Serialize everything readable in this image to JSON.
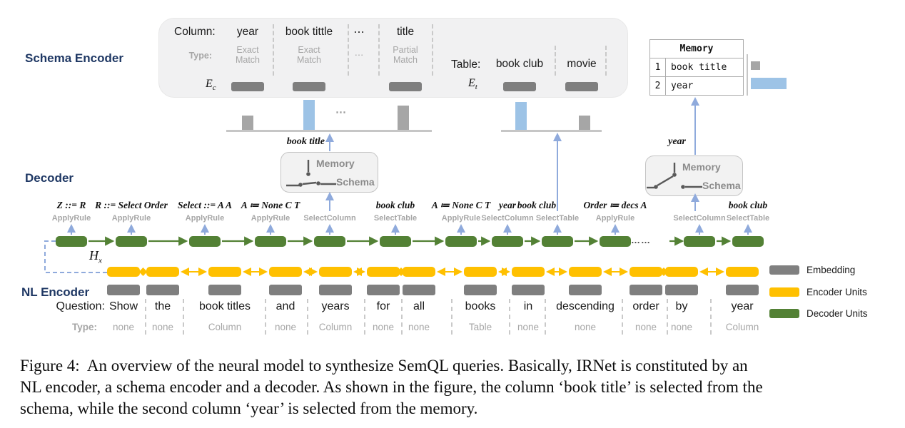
{
  "colors": {
    "navy_label": "#1F3864",
    "encoder_gold": "#FFC000",
    "decoder_green": "#538135",
    "embedding_gray": "#7F7F7F",
    "attention_blue": "#9DC3E6",
    "arrow_blue": "#8FAADC",
    "muted_gray_text": "#A6A6A6"
  },
  "section_labels": {
    "schema_encoder": "Schema Encoder",
    "decoder": "Decoder",
    "nl_encoder": "NL Encoder"
  },
  "schema_encoder": {
    "column_label": "Column:",
    "type_label": "Type:",
    "columns": [
      {
        "name": "year",
        "type": "Exact\nMatch"
      },
      {
        "name": "book tittle",
        "type": "Exact\nMatch"
      },
      {
        "name": "⋯",
        "type": "⋯"
      },
      {
        "name": "title",
        "type": "Partial\nMatch"
      }
    ],
    "column_embedding_symbol": {
      "base": "E",
      "sub": "c"
    },
    "table_label": "Table:",
    "tables": [
      {
        "name": "book club"
      },
      {
        "name": "movie"
      }
    ],
    "table_embedding_symbol": {
      "base": "E",
      "sub": "t"
    },
    "attention_dots": "⋯"
  },
  "memory": {
    "title": "Memory",
    "rows": [
      {
        "index": "1",
        "value": "book title"
      },
      {
        "index": "2",
        "value": "year"
      }
    ]
  },
  "switches": {
    "left": {
      "memory_label": "Memory",
      "schema_label": "Schema",
      "selected": "Schema",
      "output": "book title"
    },
    "right": {
      "memory_label": "Memory",
      "schema_label": "Schema",
      "selected": "Memory",
      "output": "year"
    }
  },
  "decoder": {
    "steps": [
      {
        "action": "ApplyRule",
        "rule": "Z ::= R"
      },
      {
        "action": "ApplyRule",
        "rule": "R ::= Select Order"
      },
      {
        "action": "ApplyRule",
        "rule": "Select ::= A A"
      },
      {
        "action": "ApplyRule",
        "rule": "A ≔ None C T"
      },
      {
        "action": "SelectColumn",
        "rule": ""
      },
      {
        "action": "SelectTable",
        "rule": "book club"
      },
      {
        "action": "ApplyRule",
        "rule": "A ≔ None C T"
      },
      {
        "action": "SelectColumn",
        "rule": "year"
      },
      {
        "action": "SelectTable",
        "rule": "book club"
      },
      {
        "action": "ApplyRule",
        "rule": "Order ≔ decs A"
      },
      {
        "action": "SelectColumn",
        "rule": ""
      },
      {
        "action": "SelectTable",
        "rule": "book club"
      }
    ],
    "ellipsis": "……",
    "hidden_state_symbol": {
      "base": "H",
      "sub": "x"
    }
  },
  "nl_encoder": {
    "question_label": "Question:",
    "type_label": "Type:",
    "tokens": [
      {
        "word": "Show",
        "type": "none"
      },
      {
        "word": "the",
        "type": "none"
      },
      {
        "word": "book titles",
        "type": "Column"
      },
      {
        "word": "and",
        "type": "none"
      },
      {
        "word": "years",
        "type": "Column"
      },
      {
        "word": "for",
        "type": "none"
      },
      {
        "word": "all",
        "type": "none"
      },
      {
        "word": "books",
        "type": "Table"
      },
      {
        "word": "in",
        "type": "none"
      },
      {
        "word": "descending",
        "type": "none"
      },
      {
        "word": "order",
        "type": "none"
      },
      {
        "word": "by",
        "type": "none"
      },
      {
        "word": "year",
        "type": "Column"
      }
    ]
  },
  "legend": [
    {
      "label": "Embedding",
      "color": "#808080"
    },
    {
      "label": "Encoder Units",
      "color": "#FFC000"
    },
    {
      "label": "Decoder Units",
      "color": "#538135"
    }
  ],
  "caption": {
    "lines": [
      "Figure 4:  An overview of the neural model to synthesize SemQL queries. Basically, IRNet is constituted by an",
      "NL encoder, a schema encoder and a decoder. As shown in the figure, the column ‘book title’ is selected from the",
      "schema, while the second column ‘year’ is selected from the memory."
    ]
  }
}
